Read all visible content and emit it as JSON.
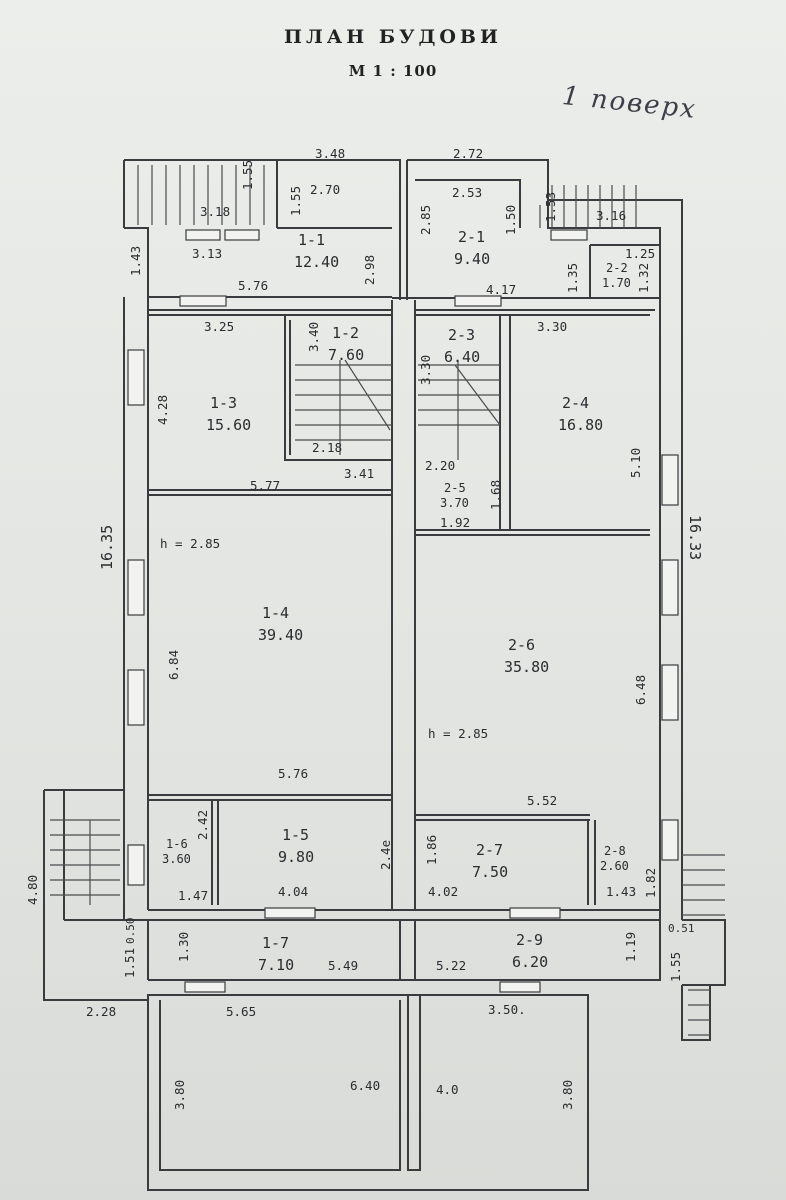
{
  "header": {
    "title": "ПЛАН БУДОВИ",
    "scale": "М 1 : 100",
    "floor_note": "1 поверх"
  },
  "rooms": [
    {
      "id": "1-1",
      "area": "12.40"
    },
    {
      "id": "1-2",
      "area": "7.60"
    },
    {
      "id": "1-3",
      "area": "15.60"
    },
    {
      "id": "1-4",
      "area": "39.40"
    },
    {
      "id": "1-5",
      "area": "9.80"
    },
    {
      "id": "1-6",
      "area": "3.60"
    },
    {
      "id": "1-7",
      "area": "7.10"
    },
    {
      "id": "2-1",
      "area": "9.40"
    },
    {
      "id": "2-2",
      "area": "1.70"
    },
    {
      "id": "2-3",
      "area": "6.40"
    },
    {
      "id": "2-4",
      "area": "16.80"
    },
    {
      "id": "2-5",
      "area": "3.70"
    },
    {
      "id": "2-6",
      "area": "35.80"
    },
    {
      "id": "2-7",
      "area": "7.50"
    },
    {
      "id": "2-8",
      "area": "2.60"
    },
    {
      "id": "2-9",
      "area": "6.20"
    }
  ],
  "dimensions": {
    "top_left": "3.48",
    "top_right": "2.72",
    "d_2_70": "2.70",
    "d_1_55a": "1.55",
    "d_1_55b": "1.55",
    "d_3_18": "3.18",
    "d_3_13": "3.13",
    "d_1_43": "1.43",
    "d_5_76_top": "5.76",
    "d_2_98": "2.98",
    "d_2_53": "2.53",
    "d_2_85": "2.85",
    "d_1_50": "1.50",
    "d_1_53": "1.53",
    "d_3_16": "3.16",
    "d_1_35": "1.35",
    "d_1_25": "1.25",
    "d_1_32": "1.32",
    "d_4_17": "4.17",
    "d_3_25": "3.25",
    "d_3_40": "3.40",
    "d_4_28": "4.28",
    "d_2_18": "2.18",
    "d_3_41": "3.41",
    "d_5_77": "5.77",
    "d_3_30a": "3.30",
    "d_3_30b": "3.30",
    "d_5_10": "5.10",
    "d_2_20": "2.20",
    "d_1_68": "1.68",
    "d_1_92": "1.92",
    "height_left": "h = 2.85",
    "height_right": "h = 2.85",
    "d_16_35": "16.35",
    "d_16_33": "16.33",
    "d_6_84": "6.84",
    "d_6_48": "6.48",
    "d_5_76_mid": "5.76",
    "d_5_52": "5.52",
    "d_2_42": "2.42",
    "d_2_4e": "2.4e",
    "d_1_47": "1.47",
    "d_4_04": "4.04",
    "d_1_86": "1.86",
    "d_4_02": "4.02",
    "d_1_43b": "1.43",
    "d_1_82": "1.82",
    "d_4_80": "4.80",
    "d_0_50": "0.50",
    "d_1_51": "1.51",
    "d_1_30": "1.30",
    "d_5_49": "5.49",
    "d_5_22": "5.22",
    "d_1_19": "1.19",
    "d_0_51": "0.51",
    "d_1_55c": "1.55",
    "d_2_28": "2.28",
    "d_5_65": "5.65",
    "d_3_50": "3.50.",
    "d_3_80a": "3.80",
    "d_6_40": "6.40",
    "d_4_0": "4.0",
    "d_3_80b": "3.80"
  },
  "colors": {
    "paper": "#e4e6e3",
    "ink": "#3a3b3e"
  }
}
